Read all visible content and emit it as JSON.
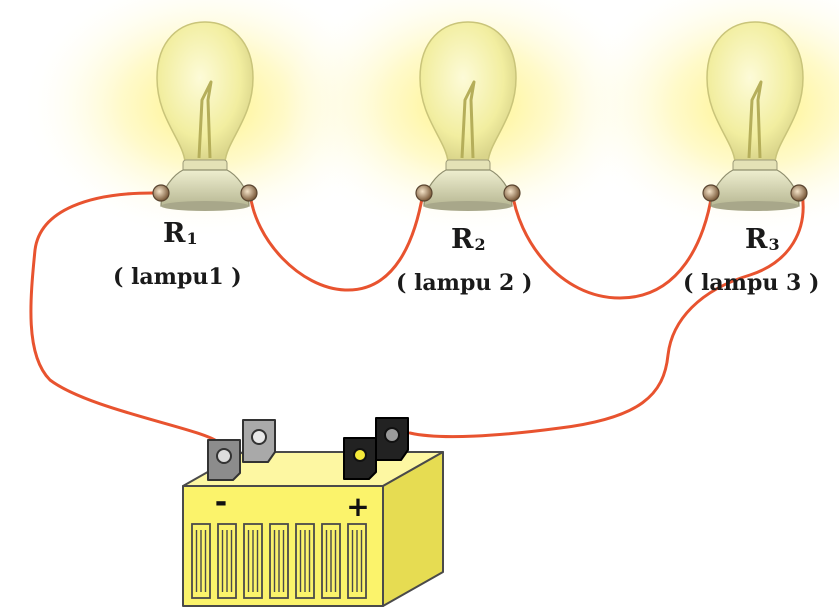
{
  "lamps": [
    {
      "name": "R",
      "subscript": "1",
      "description": "( lampu1 )"
    },
    {
      "name": "R",
      "subscript": "2",
      "description": "( lampu 2 )"
    },
    {
      "name": "R",
      "subscript": "3",
      "description": "( lampu 3 )"
    }
  ],
  "battery": {
    "negative_label": "-",
    "positive_label": "+"
  },
  "colors": {
    "wire": "#e8532f",
    "glow": "#fff37a",
    "battery_body": "#fbf36b",
    "battery_outline": "#4a4a4a",
    "bulb_glass": "#f4f1a8",
    "bulb_base": "#d9d9b8",
    "negative_terminal": "#8c8c8c",
    "positive_terminal": "#222222"
  }
}
